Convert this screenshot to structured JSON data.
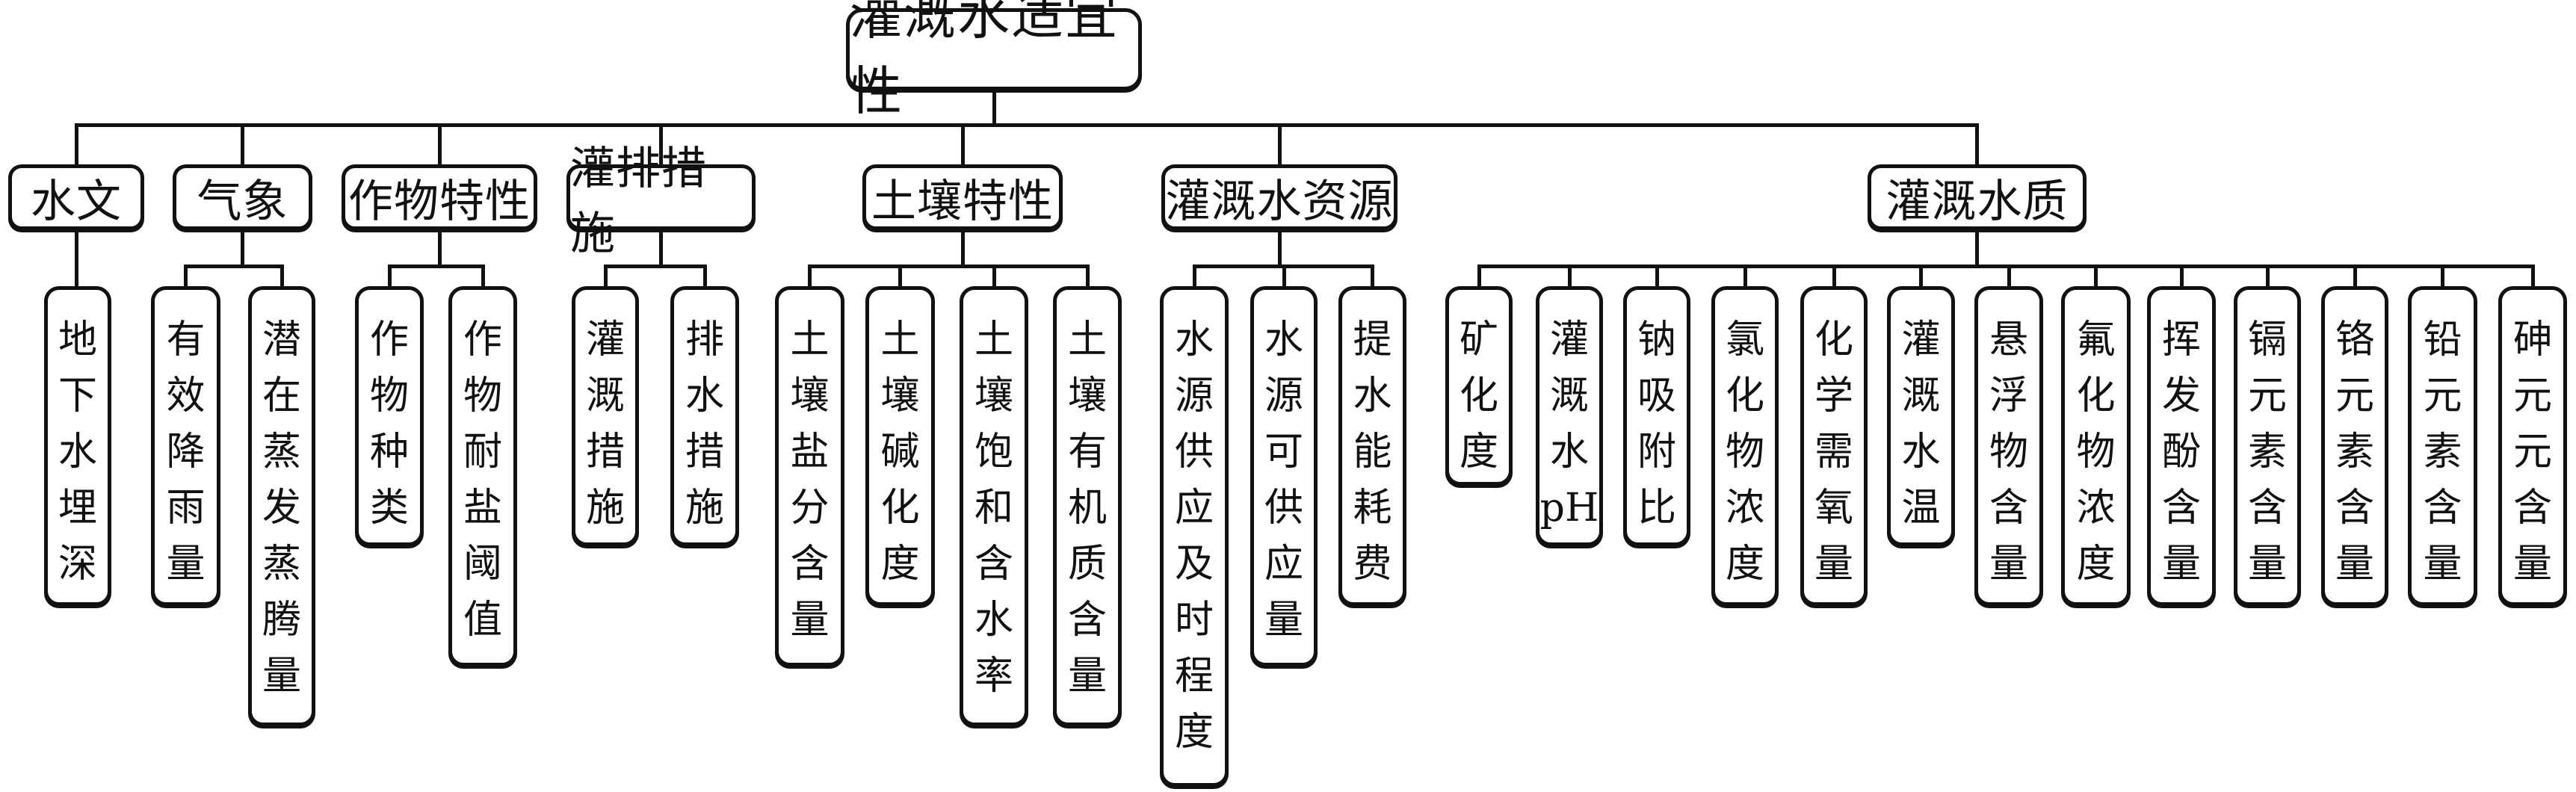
{
  "root": {
    "label": "灌溉水适宜性"
  },
  "categories": [
    {
      "label": "水文",
      "children": [
        "地下水埋深"
      ]
    },
    {
      "label": "气象",
      "children": [
        "有效降雨量",
        "潜在蒸发蒸腾量"
      ]
    },
    {
      "label": "作物特性",
      "children": [
        "作物种类",
        "作物耐盐阈值"
      ]
    },
    {
      "label": "灌排措施",
      "children": [
        "灌溉措施",
        "排水措施"
      ]
    },
    {
      "label": "土壤特性",
      "children": [
        "土壤盐分含量",
        "土壤碱化度",
        "土壤饱和含水率",
        "土壤有机质含量"
      ]
    },
    {
      "label": "灌溉水资源",
      "children": [
        "水源供应及时程度",
        "水源可供应量",
        "提水能耗费"
      ]
    },
    {
      "label": "灌溉水质",
      "children": [
        "矿化度",
        "灌溉水pH",
        "钠吸附比",
        "氯化物浓度",
        "化学需氧量",
        "灌溉水温",
        "悬浮物含量",
        "氟化物浓度",
        "挥发酚含量",
        "镉元素含量",
        "铬元素含量",
        "铅元素含量",
        "砷元元含量"
      ]
    }
  ]
}
